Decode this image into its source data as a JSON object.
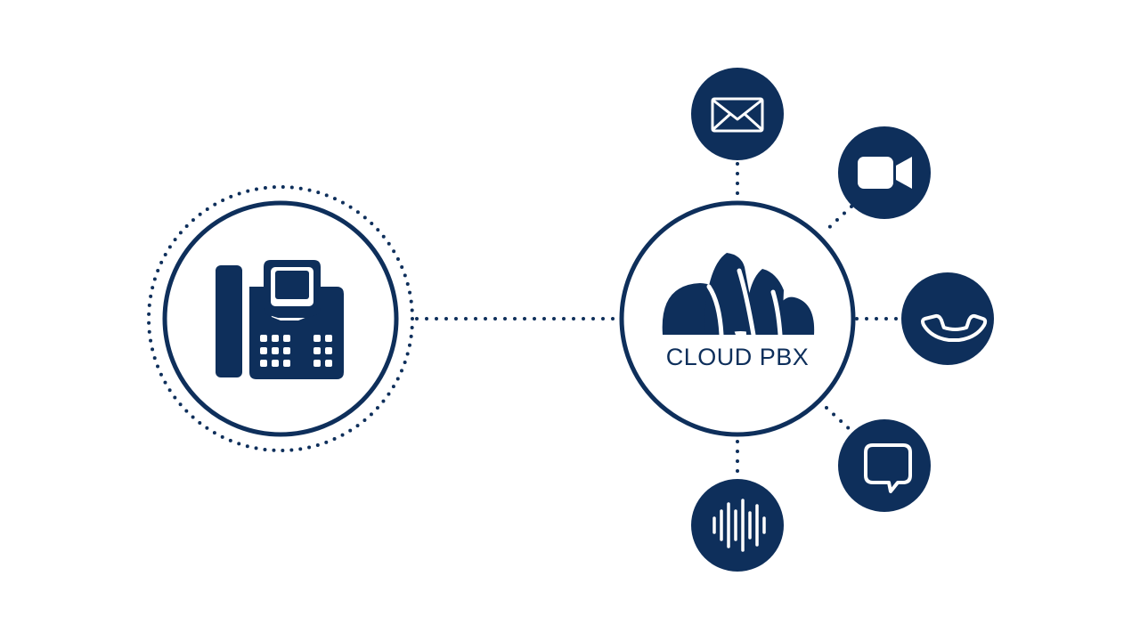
{
  "colors": {
    "primary": "#0e2f5b",
    "background": "#ffffff",
    "icon_fill": "#ffffff"
  },
  "hub": {
    "label": "CLOUD PBX",
    "icon": "cloud-icon"
  },
  "device": {
    "icon": "desk-phone-icon"
  },
  "services": [
    {
      "name": "email",
      "icon": "envelope-icon"
    },
    {
      "name": "video",
      "icon": "video-camera-icon"
    },
    {
      "name": "voice",
      "icon": "phone-handset-icon"
    },
    {
      "name": "chat",
      "icon": "chat-bubble-icon"
    },
    {
      "name": "audio",
      "icon": "sound-wave-icon"
    }
  ]
}
